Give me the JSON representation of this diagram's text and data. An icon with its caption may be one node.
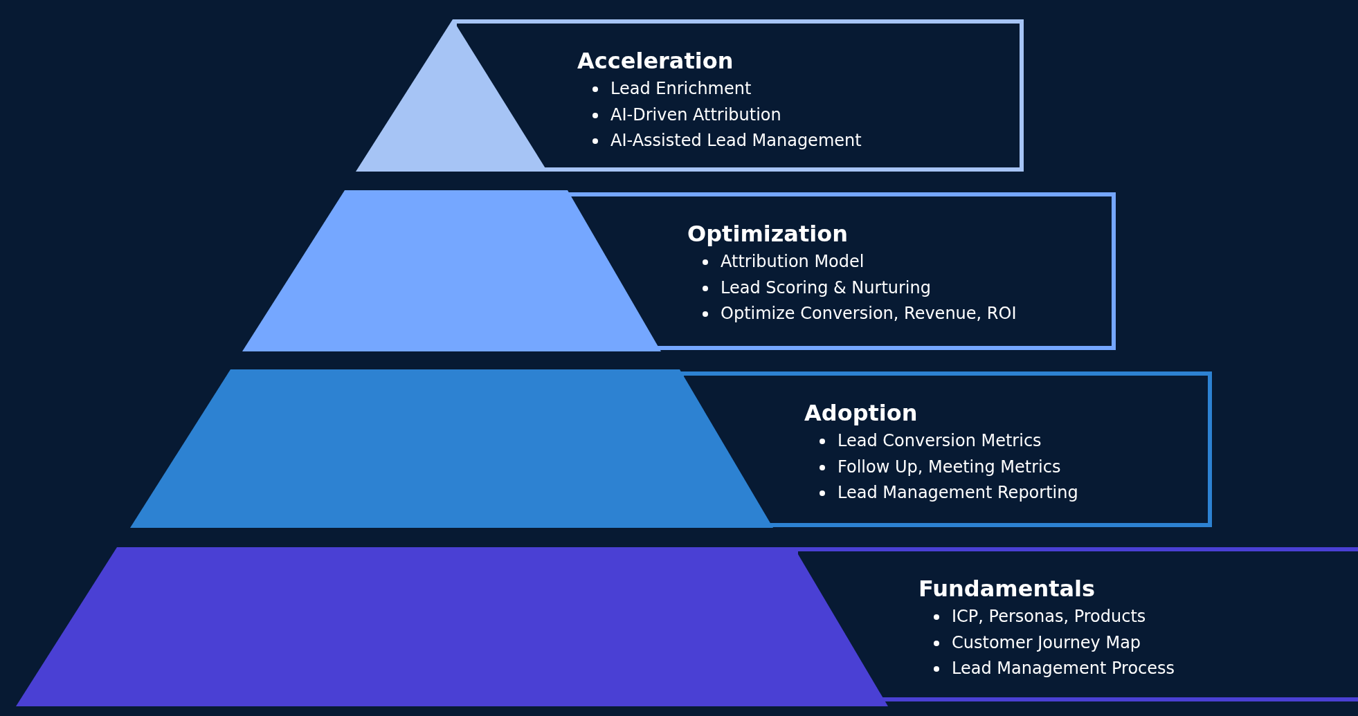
{
  "diagram": {
    "nodes": [
      {
        "text": [
          "Acceleration",
          "Lead Enrichment",
          "AI-Driven Attribution",
          "AI-Assisted Lead Management"
        ]
      },
      {
        "text": [
          "Optimization",
          "Attribution Model",
          "Lead Scoring & Nurturing",
          "Optimize Conversion, Revenue, ROI"
        ]
      },
      {
        "text": [
          "Adoption",
          "Lead Conversion Metrics",
          "Follow Up, Meeting Metrics",
          "Lead Management Reporting"
        ]
      },
      {
        "text": [
          "Fundamentals",
          "ICP, Personas, Products",
          "Customer Journey Map",
          "Lead Management Process"
        ]
      }
    ]
  }
}
